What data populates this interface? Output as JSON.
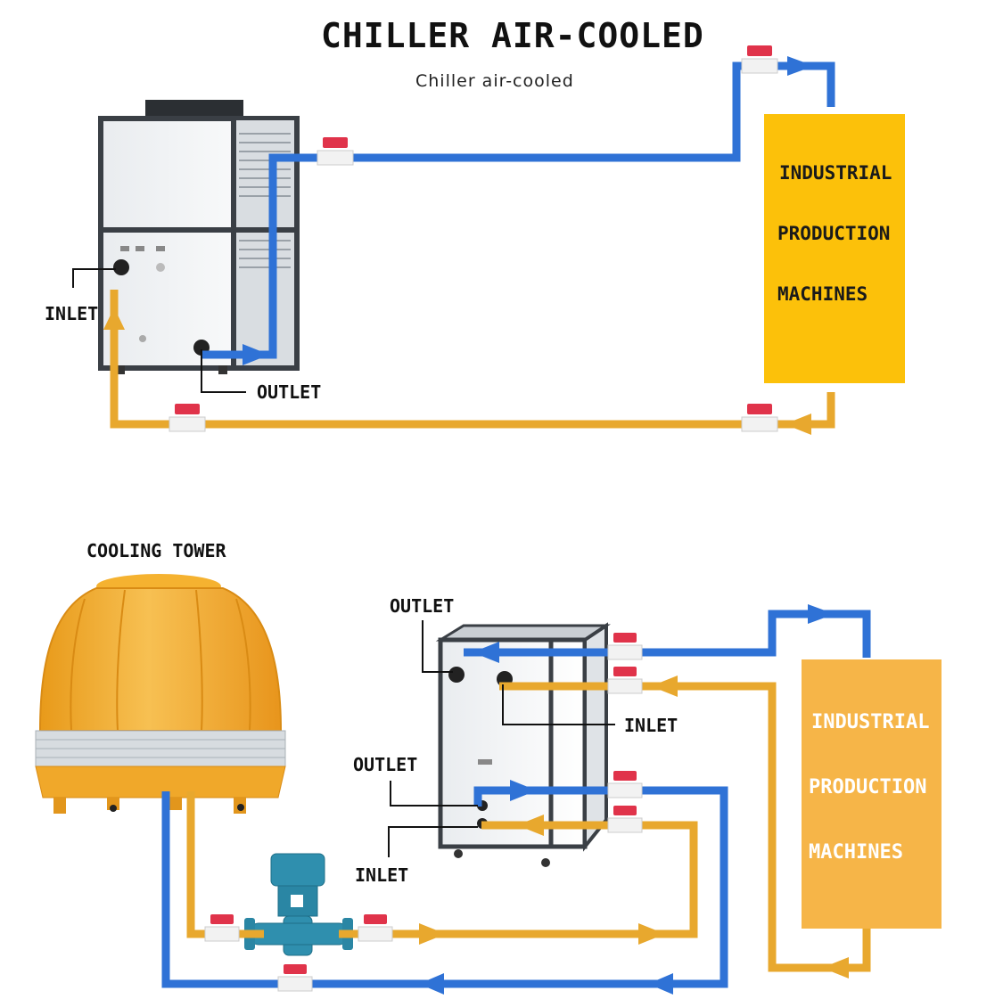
{
  "title": "CHILLER AIR-COOLED",
  "subtitle": "Chiller air-cooled",
  "top_section": {
    "inlet_label": "INLET",
    "outlet_label": "OUTLET",
    "machine_lines": [
      "INDUSTRIAL",
      "PRODUCTION",
      "MACHINES"
    ]
  },
  "bottom_section": {
    "cooling_tower_label": "COOLING TOWER",
    "outlet_top_label": "OUTLET",
    "inlet_top_label": "INLET",
    "outlet_bottom_label": "OUTLET",
    "inlet_bottom_label": "INLET",
    "machine_lines": [
      "INDUSTRIAL",
      "PRODUCTION",
      "MACHINES"
    ]
  },
  "colors": {
    "blue_pipe": "#2f72d6",
    "orange_pipe": "#e8a82e",
    "machine_top": "#fcc10a",
    "machine_bottom": "#f6b548",
    "valve_red": "#e0334a",
    "tower": "#f5b230",
    "pump": "#2f8fae"
  }
}
